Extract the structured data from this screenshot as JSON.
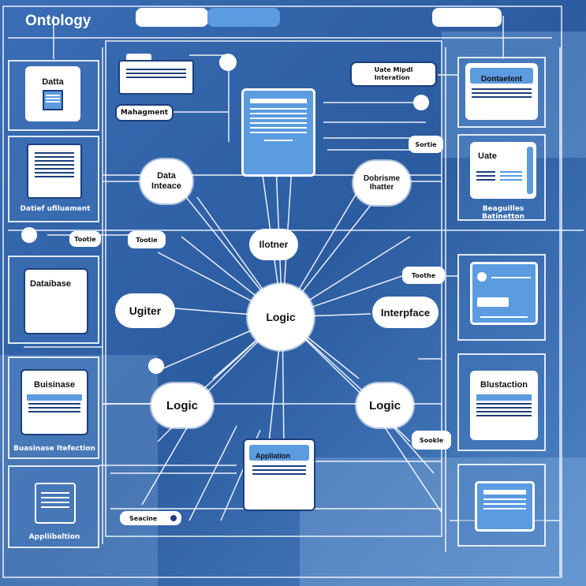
{
  "header": {
    "title": "Ontology"
  },
  "cards": {
    "data": "Datta",
    "data_caption": "Datief ufiluament",
    "database": "Dataibase",
    "business": "Buisinase",
    "business_caption": "Buasinase Itefection",
    "application_caption": "Appliibaltion",
    "document": "Dontaetent",
    "uate": "Uate",
    "uate_caption": "Beaguilles Batinetton",
    "blustaction": "Blustaction",
    "application_doc": "Appliation"
  },
  "labels": {
    "management": "Mahagment",
    "data_model": "Uate Mipdl\nInteration",
    "sortie": "Sortie",
    "tootie_left": "Tootie",
    "tootie_mid": "Tootie",
    "toothe": "Toothe",
    "sookle": "Sookle",
    "seacine": "Seacine"
  },
  "nodes": {
    "data_interface": "Data\nInteace",
    "database_matter": "Dobrisme\nIhatter",
    "notner": "Ilotner",
    "logic_center": "Logic",
    "ugiter": "Ugiter",
    "interface": "Interpface",
    "logic_left": "Logic",
    "logic_right": "Logic"
  },
  "colors": {
    "background": "#2f5fa3",
    "accent": "#5b9be0",
    "dark": "#1e3f7a",
    "white": "#ffffff"
  }
}
